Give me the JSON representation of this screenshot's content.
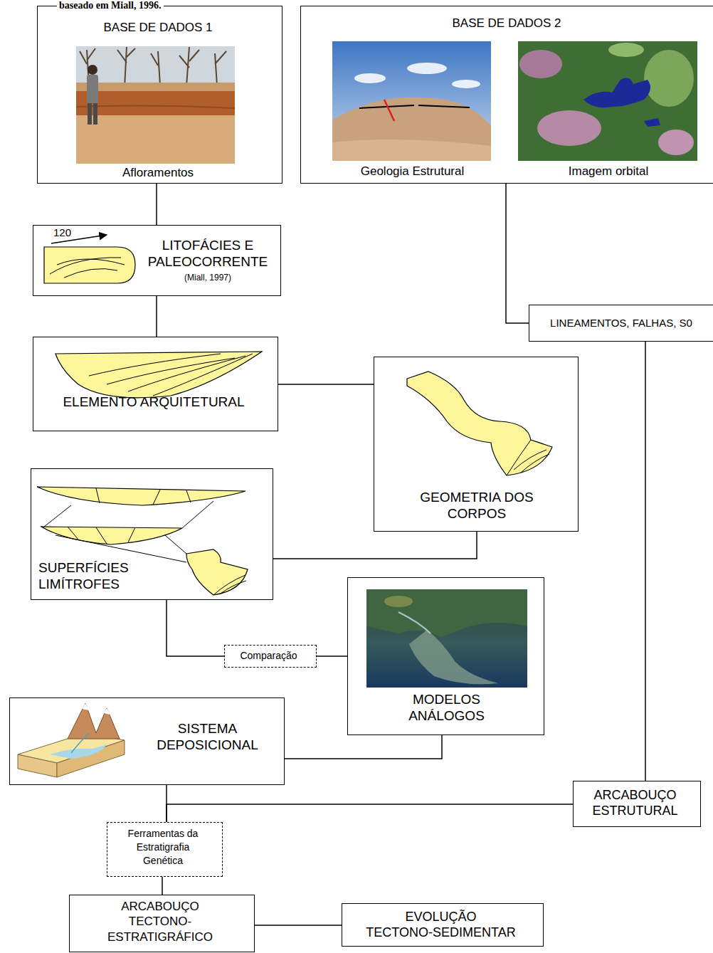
{
  "diagram": {
    "nodes": [
      {
        "text": [
          "BASE DE DADOS 1",
          "Afloramentos"
        ]
      },
      {
        "text": [
          "BASE DE DADOS 2",
          "Geologia Estrutural",
          "Imagem orbital"
        ]
      },
      {
        "text": [
          "120",
          "LITOFÁCIES E PALEOCORRENTE",
          "(Miall, 1997)"
        ]
      },
      {
        "text": [
          "LINEAMENTOS, FALHAS, S0"
        ]
      },
      {
        "text": [
          "ELEMENTO ARQUITETURAL"
        ]
      },
      {
        "text": [
          "GEOMETRIA DOS CORPOS"
        ]
      },
      {
        "text": [
          "SUPERFÍCIES LIMÍTROFES"
        ]
      },
      {
        "text": [
          "Comparação"
        ]
      },
      {
        "text": [
          "MODELOS ANÁLOGOS"
        ]
      },
      {
        "text": [
          "SISTEMA DEPOSICIONAL"
        ]
      },
      {
        "text": [
          "ARCABOUÇO ESTRUTURAL"
        ]
      },
      {
        "text": [
          "Ferramentas da Estratigrafia Genética"
        ]
      },
      {
        "text": [
          "ARCABOUÇO TECTONO- ESTRATIGRÁFICO"
        ]
      },
      {
        "text": [
          "EVOLUÇÃO TECTONO-SEDIMENTAR"
        ]
      }
    ],
    "edges": [
      {
        "from": 0,
        "to": 2,
        "arrow": "none"
      },
      {
        "from": 1,
        "to": 3,
        "arrow": "none"
      },
      {
        "from": 2,
        "to": 4,
        "arrow": "none"
      },
      {
        "from": 4,
        "to": 5,
        "arrow": "none"
      },
      {
        "from": 5,
        "to": 6,
        "arrow": "none"
      },
      {
        "from": 6,
        "to": 7,
        "arrow": "none"
      },
      {
        "from": 7,
        "to": 8,
        "arrow": "none"
      },
      {
        "from": 8,
        "to": 9,
        "arrow": "none"
      },
      {
        "from": 3,
        "to": 10,
        "arrow": "none"
      },
      {
        "from": 9,
        "to": 11,
        "arrow": "none"
      },
      {
        "from": 10,
        "to": 11,
        "arrow": "none"
      },
      {
        "from": 11,
        "to": 12,
        "arrow": "none"
      },
      {
        "from": 12,
        "to": 13,
        "arrow": "none"
      }
    ],
    "labels": [
      "baseado em Miall, 1996."
    ]
  }
}
